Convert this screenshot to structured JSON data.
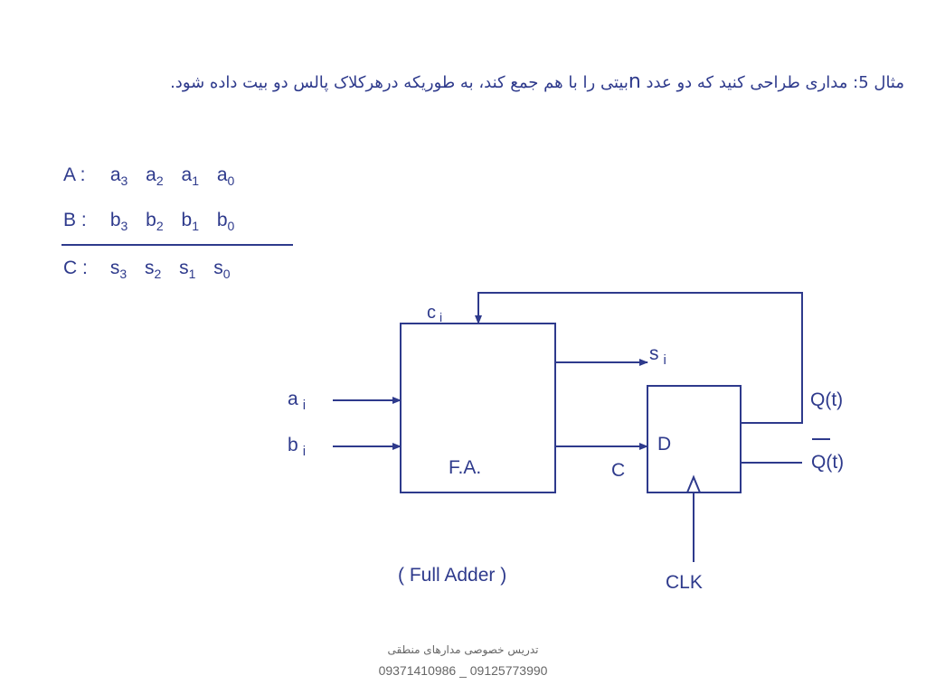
{
  "title": {
    "part1": "مثال 5: مداری  طراحی کنید که دو عدد ",
    "n": "n",
    "part2": "بیتی را با هم جمع کند، به طوریکه درهرکلاک پالس دو بیت داده شود."
  },
  "equations": {
    "row_a": {
      "label": "A :",
      "var": "a",
      "subs": [
        "3",
        "2",
        "1",
        "0"
      ]
    },
    "row_b": {
      "label": "B :",
      "var": "b",
      "subs": [
        "3",
        "2",
        "1",
        "0"
      ]
    },
    "row_c": {
      "label": "C :",
      "var": "s",
      "subs": [
        "3",
        "2",
        "1",
        "0"
      ]
    }
  },
  "diagram": {
    "ci_main": "c",
    "ci_sub": "i",
    "si_main": "s",
    "si_sub": "i",
    "ai_main": "a",
    "ai_sub": "i",
    "bi_main": "b",
    "bi_sub": "i",
    "fa_label": "F.A.",
    "carry_label": "C",
    "d_label": "D",
    "q_label": "Q(t)",
    "qbar_label": "Q(t)",
    "clk_label": "CLK",
    "caption": "( Full Adder )"
  },
  "footer": {
    "line1": "تدریس  خصوصی مدارهای منطقی",
    "line2": "09371410986 _ 09125773990"
  },
  "colors": {
    "ink": "#2e3a8c",
    "footer": "#666666"
  }
}
